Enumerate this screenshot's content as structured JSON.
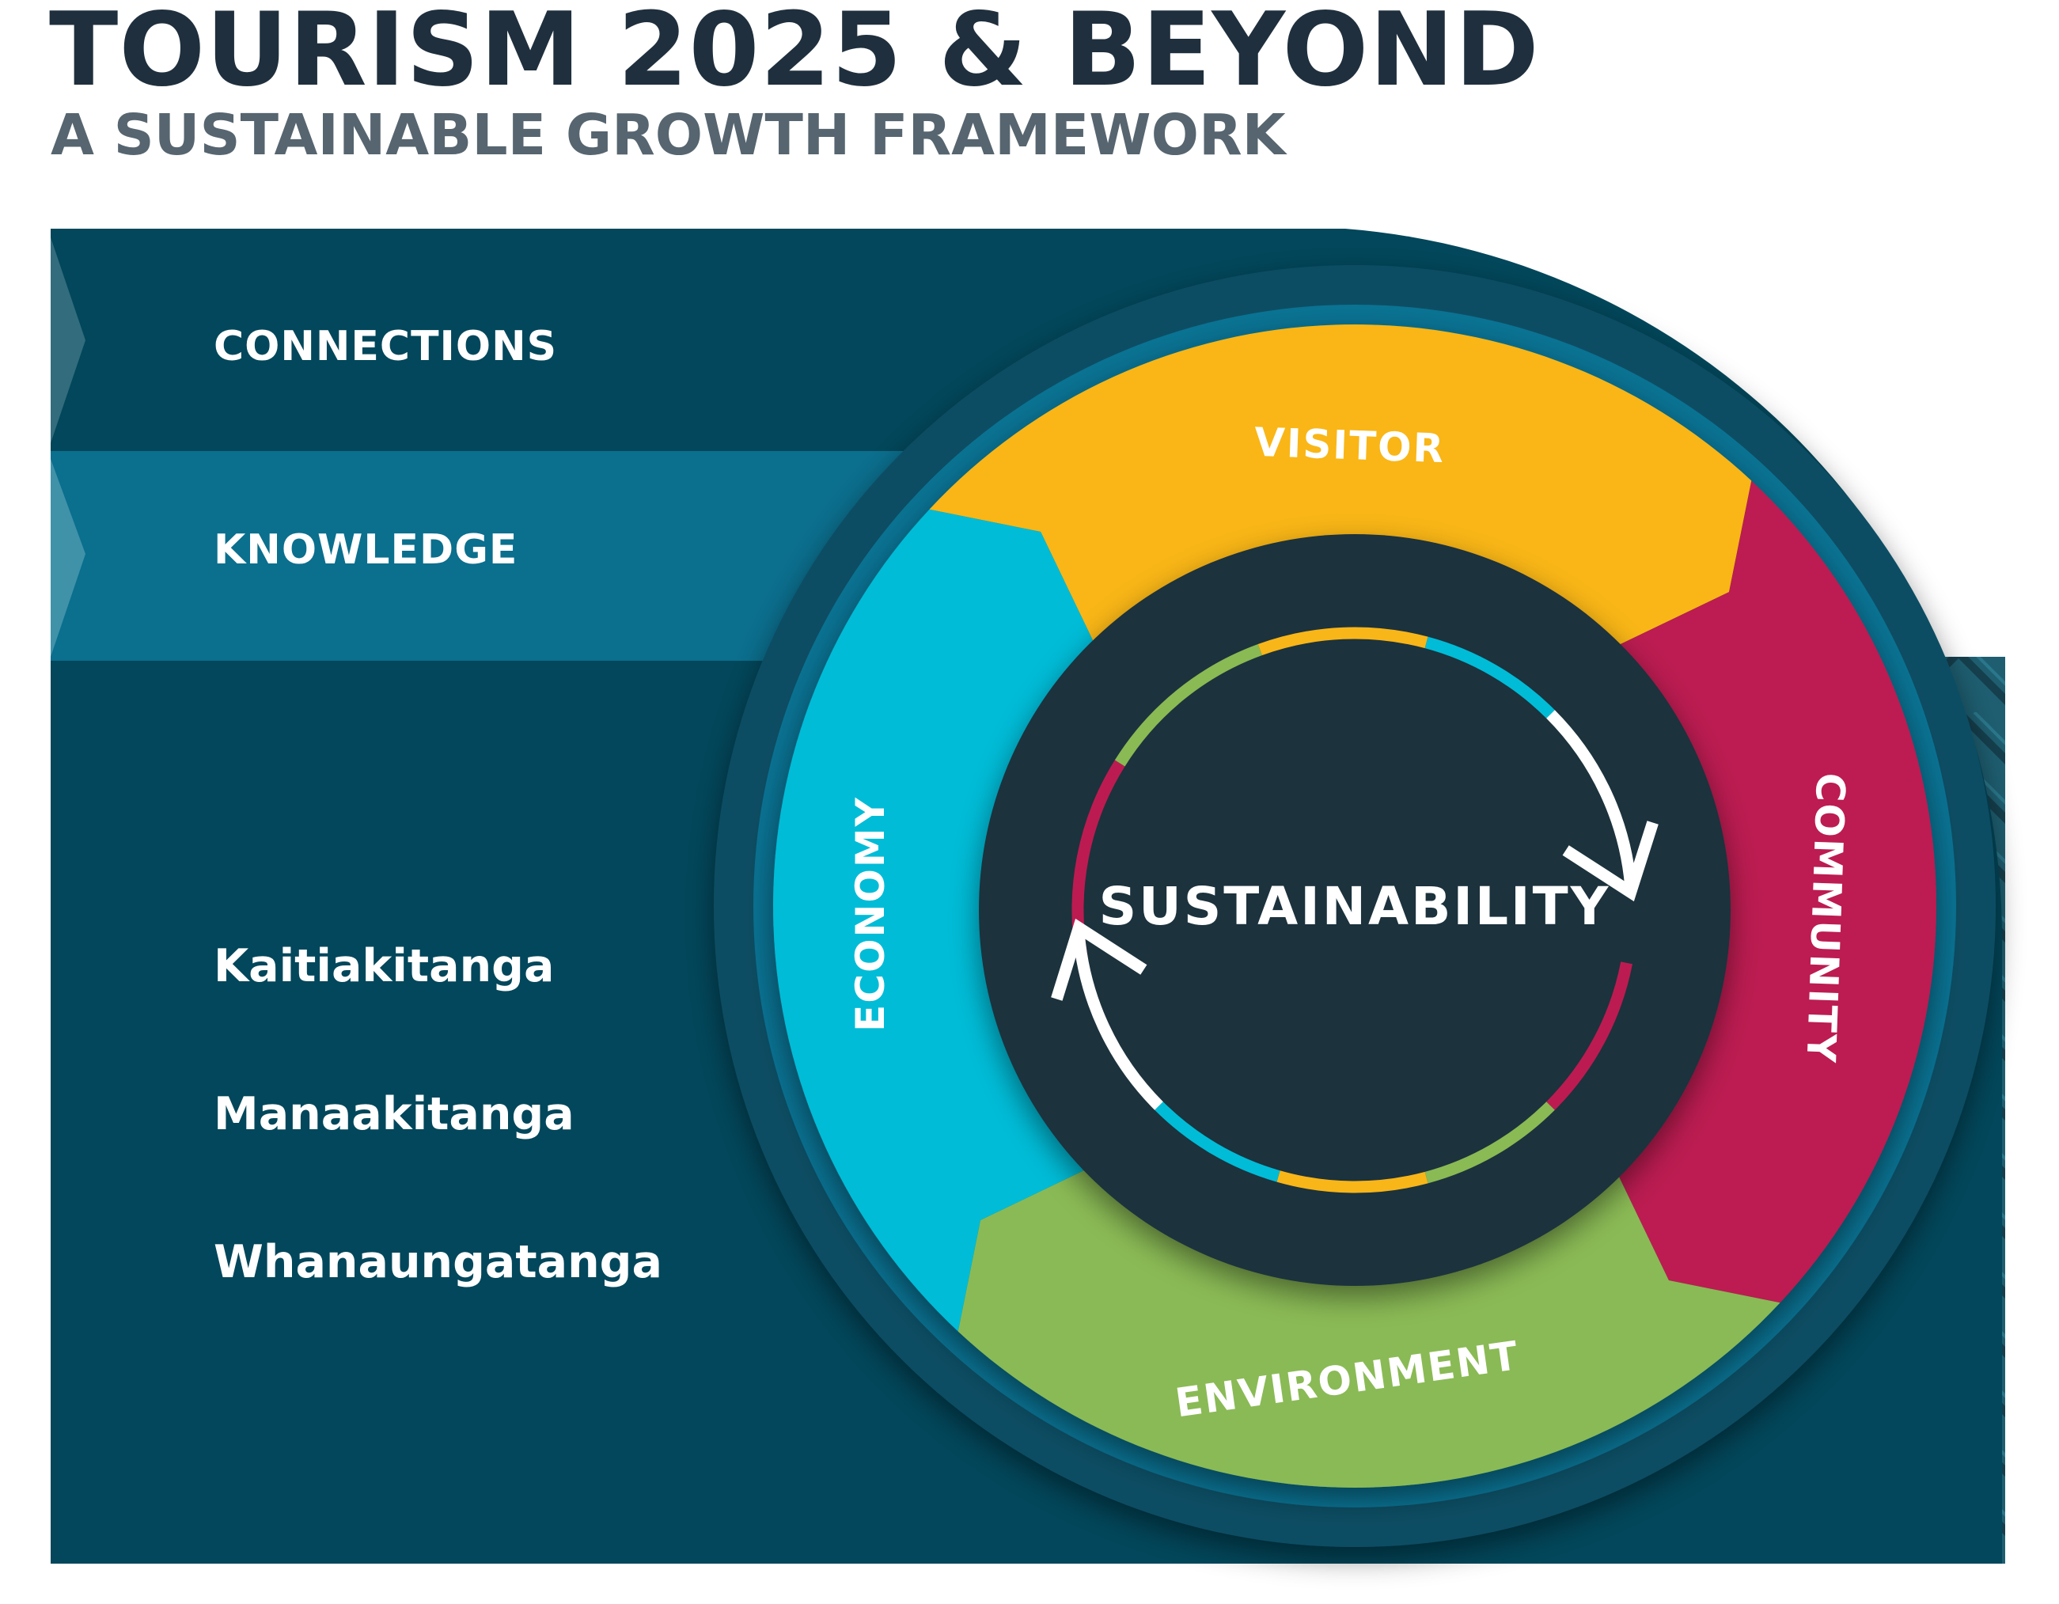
{
  "header": {
    "title": "TOURISM 2025 & BEYOND",
    "subtitle": "A SUSTAINABLE GROWTH FRAMEWORK"
  },
  "bands": [
    {
      "label": "CONNECTIONS",
      "color": "#02475b"
    },
    {
      "label": "KNOWLEDGE",
      "color": "#0b6f8e"
    }
  ],
  "values": [
    "Kaitiakitanga",
    "Manaakitanga",
    "Whanaungatanga"
  ],
  "ring": {
    "segments": [
      {
        "label": "VISITOR",
        "color": "#f9b618"
      },
      {
        "label": "COMMUNITY",
        "color": "#bc1b51"
      },
      {
        "label": "ENVIRONMENT",
        "color": "#8aba54"
      },
      {
        "label": "ECONOMY",
        "color": "#00bcd7"
      }
    ]
  },
  "core": {
    "label": "SUSTAINABILITY",
    "color": "#1f323e"
  },
  "colors": {
    "weave": "#1f5c6e",
    "outer_ring": "#0c4d64",
    "outer_ring_inner": "#0a7393"
  }
}
